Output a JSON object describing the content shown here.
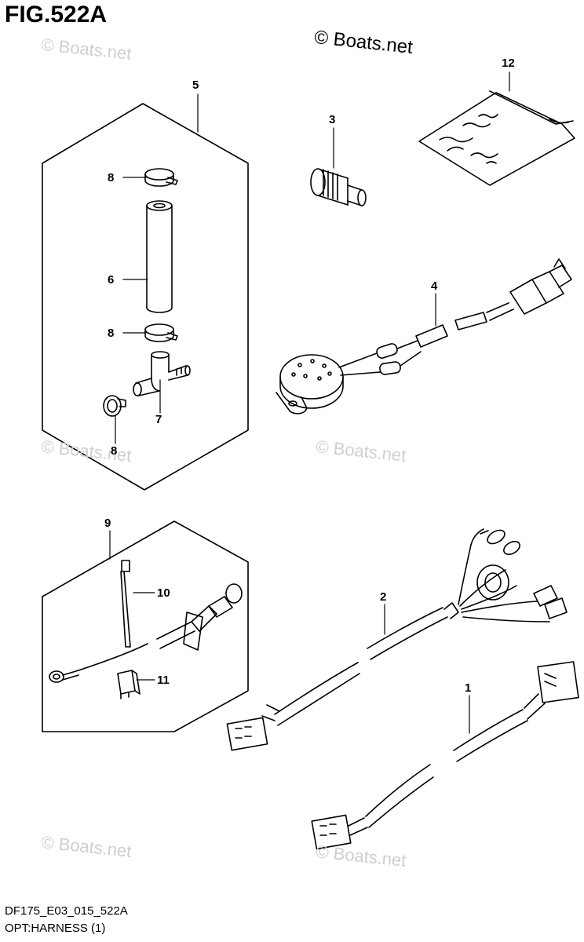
{
  "figure": {
    "title": "FIG.522A",
    "code": "DF175_E03_015_522A",
    "caption": "OPT:HARNESS (1)"
  },
  "watermark": "© Boats.net",
  "parts": [
    {
      "ref": "1"
    },
    {
      "ref": "2"
    },
    {
      "ref": "3"
    },
    {
      "ref": "4"
    },
    {
      "ref": "5"
    },
    {
      "ref": "6"
    },
    {
      "ref": "7"
    },
    {
      "ref": "8"
    },
    {
      "ref": "9"
    },
    {
      "ref": "10"
    },
    {
      "ref": "11"
    },
    {
      "ref": "12"
    }
  ],
  "colors": {
    "line": "#000000",
    "watermark": "#cfcfcf",
    "background": "#ffffff"
  }
}
